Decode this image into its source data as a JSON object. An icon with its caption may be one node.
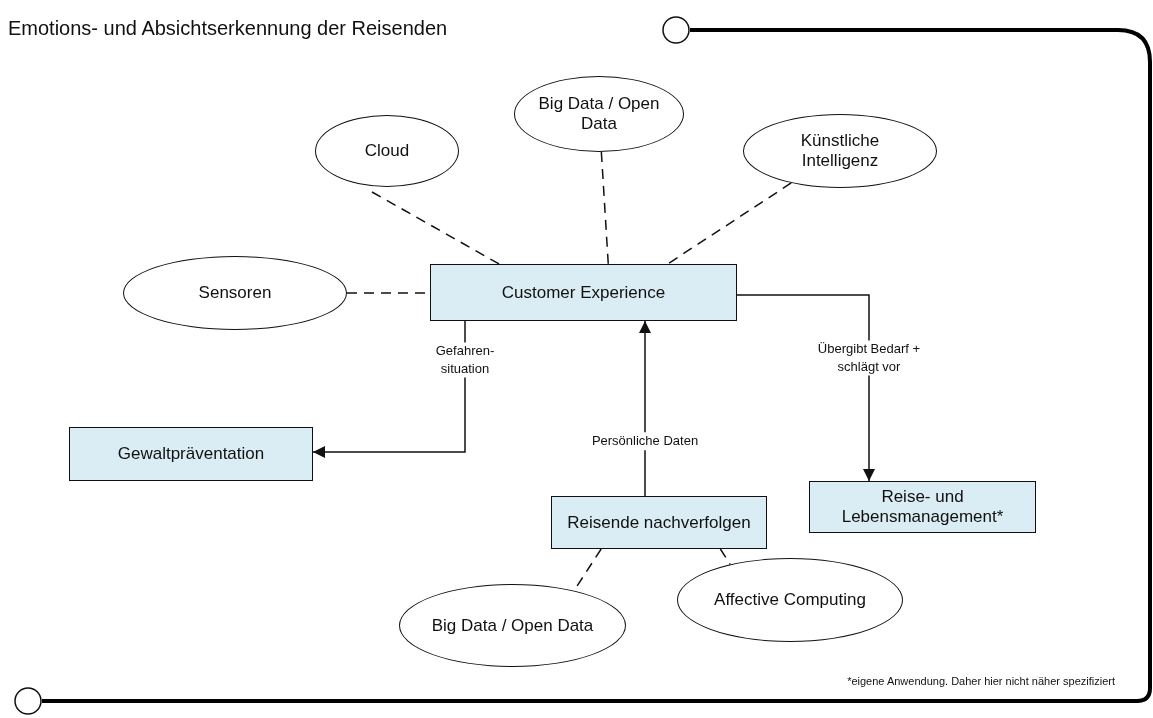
{
  "diagram": {
    "title": "Emotions- und Absichtserkennung der Reisenden",
    "nodes": [
      {
        "text": [
          "Cloud"
        ]
      },
      {
        "text": [
          "Big Data / Open Data"
        ]
      },
      {
        "text": [
          "Künstliche Intelligenz"
        ]
      },
      {
        "text": [
          "Sensoren"
        ]
      },
      {
        "text": [
          "Customer Experience"
        ]
      },
      {
        "text": [
          "Gewaltpräventation"
        ]
      },
      {
        "text": [
          "Reise- und Lebensmanagement*"
        ]
      },
      {
        "text": [
          "Reisende nachverfolgen"
        ]
      },
      {
        "text": [
          "Big Data / Open Data"
        ]
      },
      {
        "text": [
          "Affective Computing"
        ]
      }
    ],
    "edges": [
      {
        "from": 0,
        "to": 4,
        "arrow": "none",
        "style": "dashed"
      },
      {
        "from": 1,
        "to": 4,
        "arrow": "none",
        "style": "dashed"
      },
      {
        "from": 2,
        "to": 4,
        "arrow": "none",
        "style": "dashed"
      },
      {
        "from": 3,
        "to": 4,
        "arrow": "none",
        "style": "dashed"
      },
      {
        "from": 4,
        "to": 5,
        "arrow": "to",
        "label": "Gefahren- situation"
      },
      {
        "from": 7,
        "to": 4,
        "arrow": "to",
        "label": "Persönliche Daten"
      },
      {
        "from": 4,
        "to": 6,
        "arrow": "to",
        "label": "Übergibt Bedarf + schlägt vor"
      },
      {
        "from": 7,
        "to": 8,
        "arrow": "none",
        "style": "dashed"
      },
      {
        "from": 7,
        "to": 9,
        "arrow": "none",
        "style": "dashed"
      }
    ],
    "labels": [
      "*eigene Anwendung. Daher hier nicht näher spezifiziert"
    ]
  }
}
